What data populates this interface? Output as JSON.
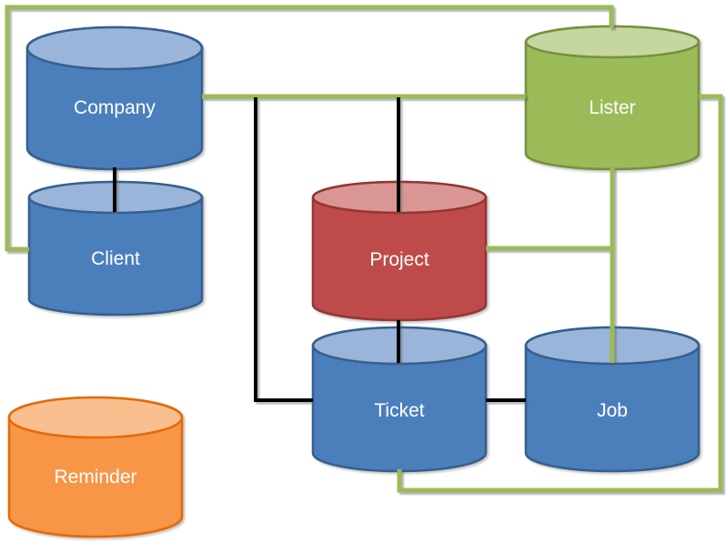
{
  "diagram": {
    "kind": "entity-relationship-diagram",
    "nodes": [
      {
        "id": "company",
        "label": "Company",
        "shape": "cylinder",
        "palette": "blue"
      },
      {
        "id": "client",
        "label": "Client",
        "shape": "cylinder",
        "palette": "blue"
      },
      {
        "id": "lister",
        "label": "Lister",
        "shape": "cylinder",
        "palette": "green"
      },
      {
        "id": "project",
        "label": "Project",
        "shape": "cylinder",
        "palette": "red"
      },
      {
        "id": "ticket",
        "label": "Ticket",
        "shape": "cylinder",
        "palette": "blue"
      },
      {
        "id": "job",
        "label": "Job",
        "shape": "cylinder",
        "palette": "blue"
      },
      {
        "id": "reminder",
        "label": "Reminder",
        "shape": "cylinder",
        "palette": "orange"
      }
    ],
    "edges": [
      {
        "from": "Company",
        "to": "Client",
        "color": "black",
        "route": "vertical"
      },
      {
        "from": "Company",
        "to": "Lister",
        "color": "green",
        "route": "horizontal"
      },
      {
        "from": "Client",
        "to": "Lister",
        "color": "green",
        "route": "around-top-left-border"
      },
      {
        "from": "Company-Lister line",
        "to": "Project",
        "color": "black",
        "route": "vertical-drop"
      },
      {
        "from": "Company-Lister line",
        "to": "Ticket",
        "color": "black",
        "route": "drop-then-right"
      },
      {
        "from": "Project",
        "to": "Ticket",
        "color": "black",
        "route": "vertical"
      },
      {
        "from": "Ticket",
        "to": "Job",
        "color": "black",
        "route": "horizontal"
      },
      {
        "from": "Lister",
        "to": "Job",
        "color": "green",
        "route": "vertical"
      },
      {
        "from": "Lister",
        "to": "Ticket",
        "color": "green",
        "route": "around-right-and-bottom"
      },
      {
        "from": "Project",
        "to": "Lister-Job line",
        "color": "green",
        "route": "horizontal"
      }
    ]
  },
  "colors": {
    "background": "#FFFFFF",
    "label": "#FFFFFF",
    "blue-body": "#4C7FBC",
    "blue-top": "#9AB5D9",
    "blue-border": "#36608F",
    "green-body": "#9BBB59",
    "green-top": "#C6D6A0",
    "green-border": "#75913E",
    "red-body": "#BE4B48",
    "red-top": "#D99694",
    "red-border": "#943634",
    "orange-body": "#F79646",
    "orange-top": "#FABF8F",
    "orange-border": "#E36C09",
    "edge-green": "#9BBB59",
    "edge-black": "#000000"
  }
}
